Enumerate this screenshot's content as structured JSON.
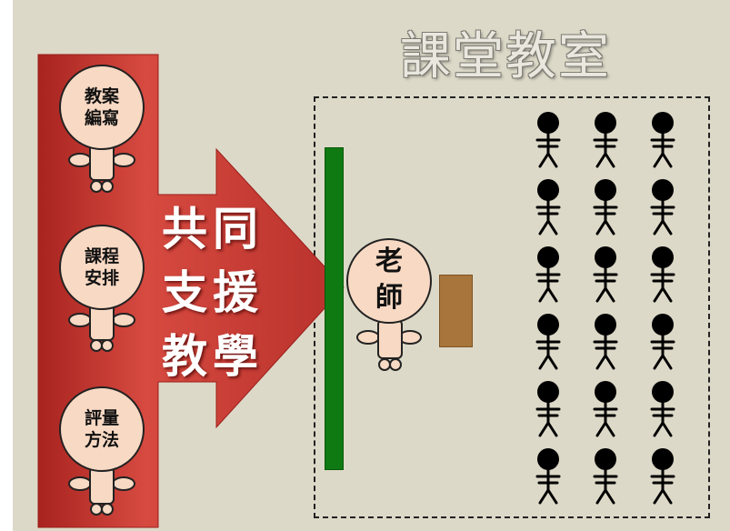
{
  "title": "課堂教室",
  "arrow": {
    "lines": [
      "共同",
      "支援",
      "教學"
    ]
  },
  "support_roles": [
    {
      "line1": "教案",
      "line2": "編寫"
    },
    {
      "line1": "課程",
      "line2": "安排"
    },
    {
      "line1": "評量",
      "line2": "方法"
    }
  ],
  "teacher": {
    "line1": "老",
    "line2": "師"
  },
  "students": {
    "columns": 3,
    "rows": 6
  },
  "colors": {
    "background": "#ddd9c8",
    "arrow_red": "#c8362f",
    "board_green": "#0f7a12",
    "desk_brown": "#a8753c",
    "figure_skin": "#f8d9c3",
    "student_black": "#000000"
  }
}
